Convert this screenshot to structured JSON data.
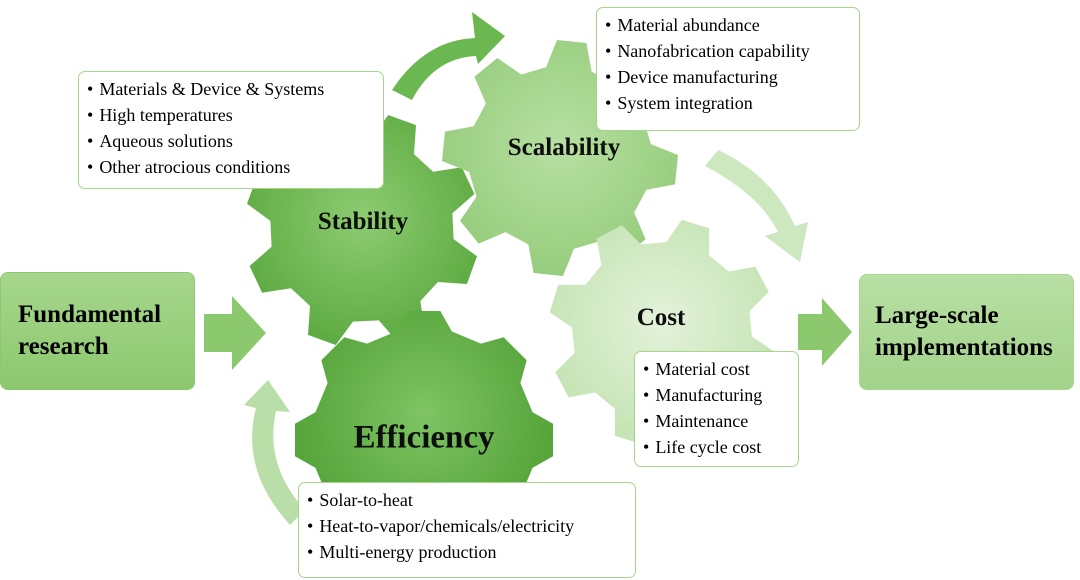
{
  "start": {
    "lines": [
      "Fundamental",
      "research"
    ]
  },
  "end": {
    "lines": [
      "Large-scale",
      "implementations"
    ]
  },
  "gears": {
    "stability": {
      "label": "Stability",
      "items": [
        "Materials & Device & Systems",
        "High temperatures",
        "Aqueous solutions",
        "Other atrocious conditions"
      ]
    },
    "scalability": {
      "label": "Scalability",
      "items": [
        "Material abundance",
        "Nanofabrication capability",
        "Device manufacturing",
        "System integration"
      ]
    },
    "cost": {
      "label": "Cost",
      "items": [
        "Material cost",
        "Manufacturing",
        "Maintenance",
        "Life cycle cost"
      ]
    },
    "efficiency": {
      "label": "Efficiency",
      "items": [
        "Solar-to-heat",
        "Heat-to-vapor/chemicals/electricity",
        "Multi-energy production"
      ]
    }
  },
  "colors": {
    "stability": "#6cb850",
    "scalability": "#a2d58c",
    "cost": "#cfe9c0",
    "efficiency": "#62b245",
    "box_border": "#a6d68c",
    "arrow": "#8cc86e"
  }
}
